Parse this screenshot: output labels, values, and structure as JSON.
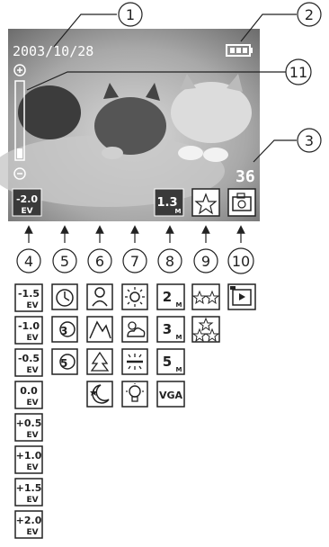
{
  "screen": {
    "date": "2003/10/28",
    "shots_remaining": "36",
    "ev_value": "-2.0",
    "ev_unit": "EV",
    "resolution_value": "1.3",
    "resolution_unit": "M"
  },
  "callouts": [
    "1",
    "2",
    "3",
    "4",
    "5",
    "6",
    "7",
    "8",
    "9",
    "10",
    "11"
  ],
  "columns": {
    "ev": [
      {
        "value": "-1.5",
        "unit": "EV"
      },
      {
        "value": "-1.0",
        "unit": "EV"
      },
      {
        "value": "-0.5",
        "unit": "EV"
      },
      {
        "value": "0.0",
        "unit": "EV"
      },
      {
        "value": "+0.5",
        "unit": "EV"
      },
      {
        "value": "+1.0",
        "unit": "EV"
      },
      {
        "value": "+1.5",
        "unit": "EV"
      },
      {
        "value": "+2.0",
        "unit": "EV"
      }
    ],
    "drive": [
      {
        "icon": "self-timer-icon"
      },
      {
        "icon": "self-timer-3s-icon",
        "label": "3"
      },
      {
        "icon": "self-timer-5s-icon",
        "label": "5"
      }
    ],
    "scene": [
      {
        "icon": "portrait-icon"
      },
      {
        "icon": "landscape-icon"
      },
      {
        "icon": "tree-icon"
      },
      {
        "icon": "night-icon"
      }
    ],
    "white_balance": [
      {
        "icon": "sunny-icon"
      },
      {
        "icon": "cloudy-icon"
      },
      {
        "icon": "fluorescent-icon"
      },
      {
        "icon": "tungsten-icon"
      }
    ],
    "resolution": [
      {
        "value": "2",
        "unit": "M"
      },
      {
        "value": "3",
        "unit": "M"
      },
      {
        "value": "5",
        "unit": "M"
      },
      {
        "value": "VGA",
        "unit": ""
      }
    ],
    "quality": [
      {
        "icon": "quality-two-stars-icon"
      },
      {
        "icon": "quality-three-stars-icon"
      }
    ],
    "mode": [
      {
        "icon": "video-mode-icon"
      }
    ]
  },
  "colors": {
    "icon_bg": "#3a3a3a",
    "line": "#222222"
  }
}
